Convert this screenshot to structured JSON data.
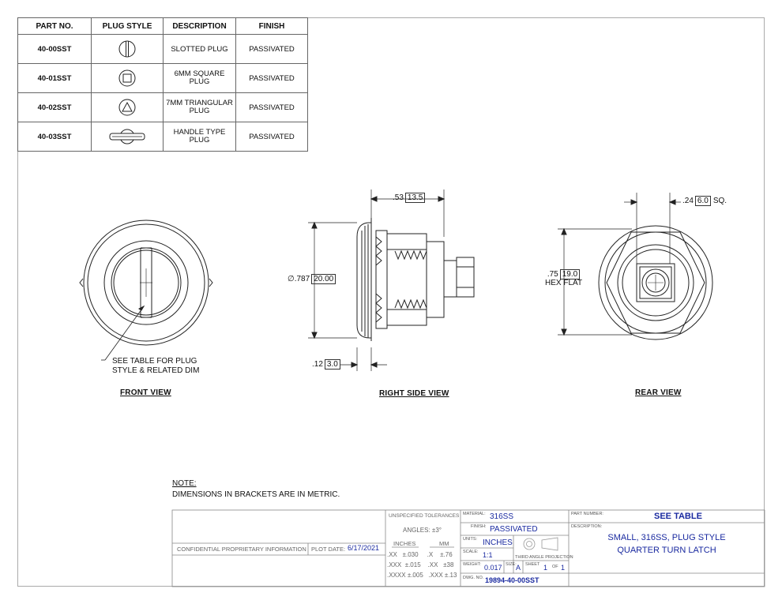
{
  "parts_table": {
    "headers": [
      "PART NO.",
      "PLUG STYLE",
      "DESCRIPTION",
      "FINISH"
    ],
    "rows": [
      {
        "part_no": "40-00SST",
        "icon": "slotted-plug-icon",
        "desc": [
          "SLOTTED PLUG"
        ],
        "finish": "PASSIVATED"
      },
      {
        "part_no": "40-01SST",
        "icon": "square-plug-icon",
        "desc": [
          "6MM SQUARE",
          "PLUG"
        ],
        "finish": "PASSIVATED"
      },
      {
        "part_no": "40-02SST",
        "icon": "triangular-plug-icon",
        "desc": [
          "7MM TRIANGULAR",
          "PLUG"
        ],
        "finish": "PASSIVATED"
      },
      {
        "part_no": "40-03SST",
        "icon": "handle-plug-icon",
        "desc": [
          "HANDLE TYPE",
          "PLUG"
        ],
        "finish": "PASSIVATED"
      }
    ]
  },
  "views": {
    "front": "FRONT VIEW",
    "right_side": "RIGHT SIDE VIEW",
    "rear": "REAR VIEW"
  },
  "callouts": {
    "see_table_1": "SEE TABLE FOR PLUG",
    "see_table_2": "STYLE & RELATED DIM"
  },
  "dimensions": {
    "depth_in": ".53",
    "depth_mm": "13.5",
    "dia_sym": "∅",
    "dia_in": ".787",
    "dia_mm": "20.00",
    "flange_in": ".12",
    "flange_mm": "3.0",
    "hex_in": ".75",
    "hex_mm": "19.0",
    "hex_label": "HEX FLAT",
    "sq_in": ".24",
    "sq_mm": "6.0",
    "sq_label": "SQ."
  },
  "note": {
    "heading": "NOTE:",
    "text": "DIMENSIONS IN BRACKETS ARE IN METRIC."
  },
  "title_block": {
    "confidential": "CONFIDENTIAL PROPRIETARY INFORMATION",
    "plot_date_label": "PLOT DATE:",
    "plot_date": "6/17/2021",
    "tolerances_title": "UNSPECIFIED TOLERANCES",
    "angles_label": "ANGLES:",
    "angles_value": "±3°",
    "inches_header": "INCHES",
    "mm_header": "MM",
    "tol_rows": [
      {
        "in_place": ".XX",
        "in_tol": "±.030",
        "mm_place": ".X",
        "mm_tol": "±.76"
      },
      {
        "in_place": ".XXX",
        "in_tol": "±.015",
        "mm_place": ".XX",
        "mm_tol": "±38"
      },
      {
        "in_place": ".XXXX",
        "in_tol": "±.005",
        "mm_place": ".XXX",
        "mm_tol": "±.13"
      }
    ],
    "material_label": "MATERIAL:",
    "material": "316SS",
    "finish_label": "FINISH:",
    "finish": "PASSIVATED",
    "units_label": "UNITS:",
    "units": "INCHES",
    "scale_label": "SCALE:",
    "scale": "1:1",
    "projection_label": "THIRD ANGLE PROJECTION",
    "weight_label": "WEIGHT:",
    "weight": "0.017",
    "size_label": "SIZE:",
    "size": "A",
    "sheet_label": "SHEET",
    "sheet_no": "1",
    "of_label": "OF",
    "sheet_total": "1",
    "dwg_label": "DWG. NO.",
    "dwg_no": "19894-40-00SST",
    "part_number_label": "PART NUMBER:",
    "part_number": "SEE TABLE",
    "description_label": "DESCRIPTION:",
    "description_1": "SMALL, 316SS, PLUG STYLE",
    "description_2": "QUARTER TURN LATCH"
  }
}
